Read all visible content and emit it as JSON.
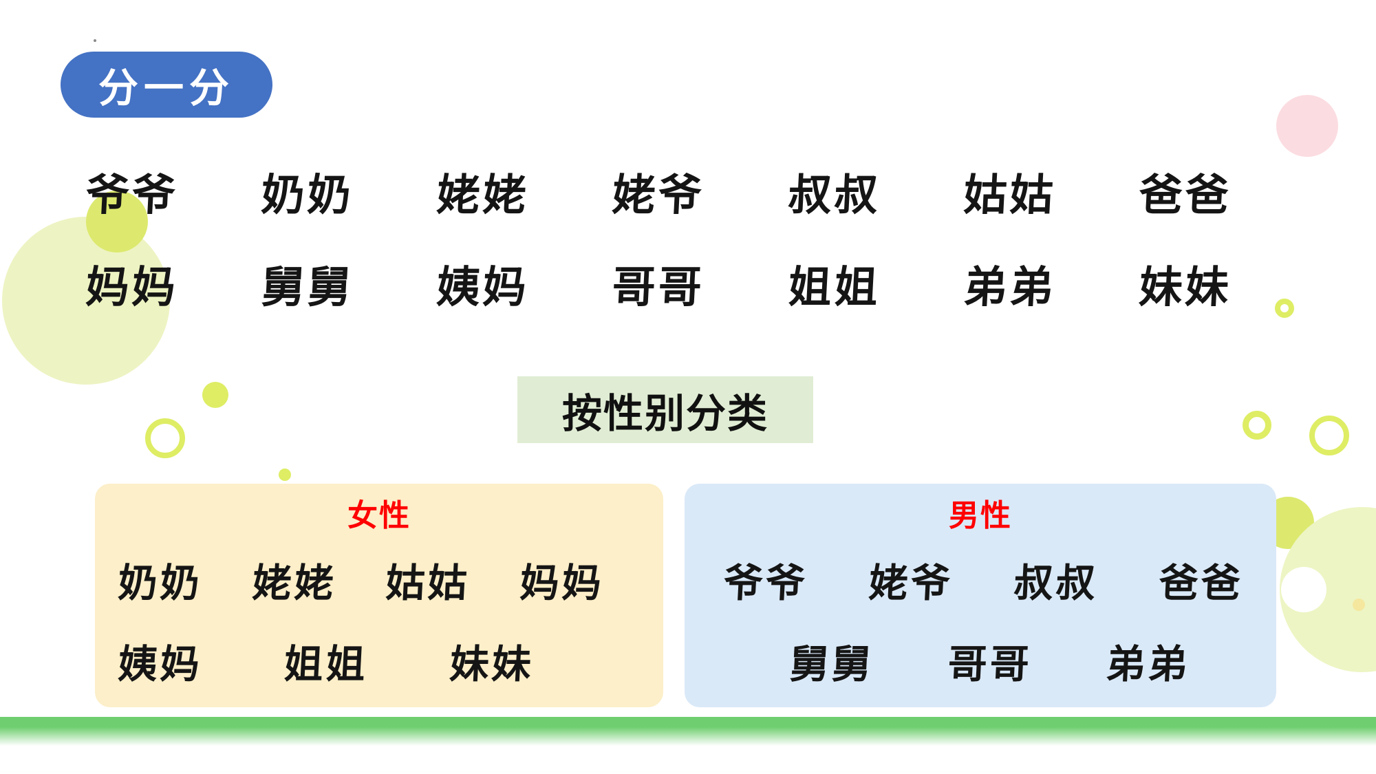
{
  "slide": {
    "title": "分一分",
    "word_bank": {
      "row1": [
        "爷爷",
        "奶奶",
        "姥姥",
        "姥爷",
        "叔叔",
        "姑姑",
        "爸爸"
      ],
      "row2": [
        "妈妈",
        "舅舅",
        "姨妈",
        "哥哥",
        "姐姐",
        "弟弟",
        "妹妹"
      ]
    },
    "category_label": "按性别分类",
    "female": {
      "title": "女性",
      "row1": [
        "奶奶",
        "姥姥",
        "姑姑",
        "妈妈"
      ],
      "row2": [
        "姨妈",
        "姐姐",
        "妹妹"
      ]
    },
    "male": {
      "title": "男性",
      "row1": [
        "爷爷",
        "姥爷",
        "叔叔",
        "爸爸"
      ],
      "row2": [
        "舅舅",
        "哥哥",
        "弟弟"
      ]
    },
    "colors": {
      "title_bg": "#4472C4",
      "category_bg": "#E0EDD4",
      "female_bg": "#FCEFC9",
      "male_bg": "#DAE9F8",
      "gender_label_red": "#FF0000",
      "footer_green": "#6FCE6F",
      "decor_bright_green": "#DEED64",
      "decor_light_green": "#EEF3C3",
      "decor_pink": "#FBDCE1"
    }
  }
}
